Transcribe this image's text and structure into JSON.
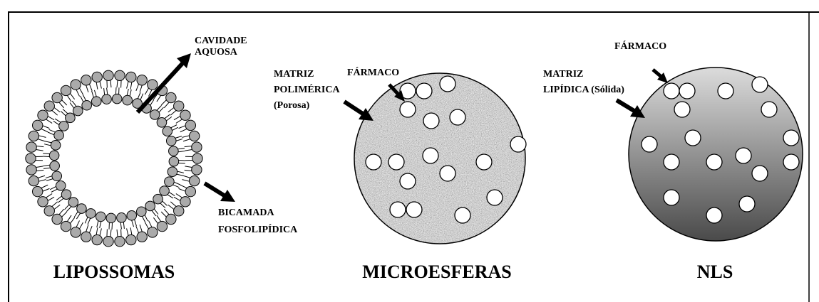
{
  "liposomes": {
    "title": "LIPOSSOMAS",
    "label_cavity_line1": "CAVIDADE",
    "label_cavity_line2": "AQUOSA",
    "label_bilayer_line1": "BICAMADA",
    "label_bilayer_line2": "FOSFOLIPÍDICA"
  },
  "microspheres": {
    "title": "MICROESFERAS",
    "label_drug": "FÁRMACO",
    "label_matrix_line1": "MATRIZ",
    "label_matrix_line2": "POLIMÉRICA",
    "label_matrix_line3": "(Porosa)"
  },
  "nls": {
    "title": "NLS",
    "label_drug": "FÁRMACO",
    "label_matrix_line1": "MATRIZ",
    "label_matrix_line2": "LIPÍDICA (Sólida)"
  },
  "colors": {
    "head_fill": "#aaaaaa",
    "line": "#000000",
    "granule_base": "#b8b8b8",
    "lipid_light": "#dcdcdc",
    "lipid_dark": "#4a4a4a"
  }
}
